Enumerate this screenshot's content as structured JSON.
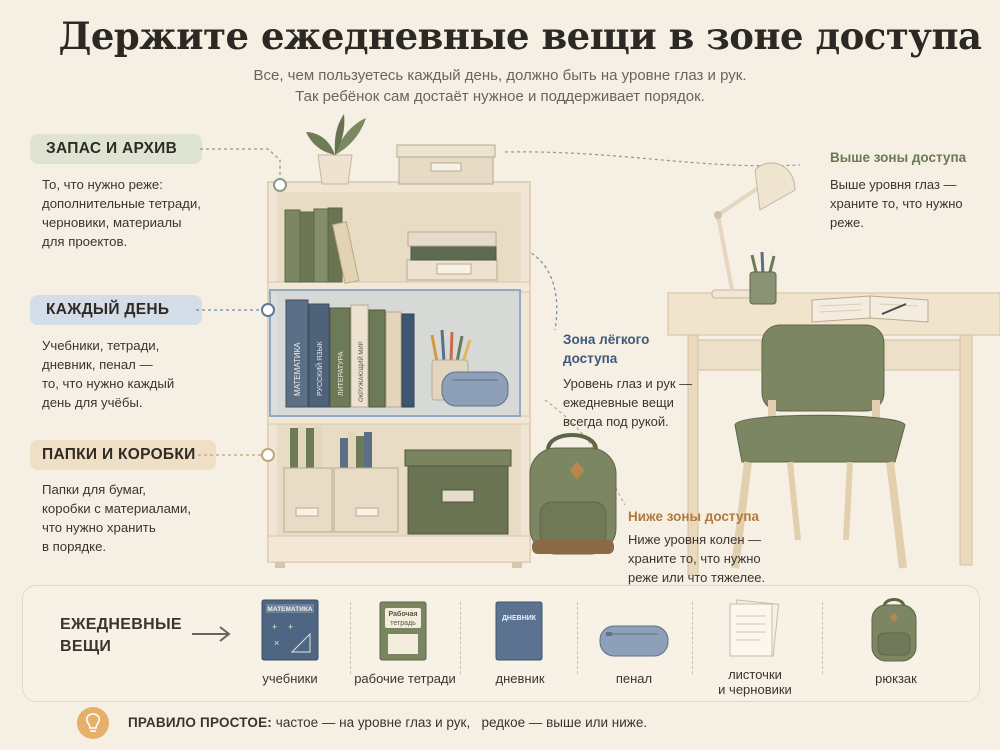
{
  "header": {
    "title": "Держите ежедневные вещи в зоне доступа",
    "subtitle_line1": "Все, чем пользуетесь каждый день, должно быть на уровне глаз и рук.",
    "subtitle_line2": "Так ребёнок сам достаёт нужное и поддерживает порядок."
  },
  "left_labels": [
    {
      "title": "ЗАПАС И АРХИВ",
      "text": [
        "То, что нужно реже:",
        "дополнительные тетради,",
        "черновики, материалы",
        "для проектов."
      ]
    },
    {
      "title": "КАЖДЫЙ ДЕНЬ",
      "text": [
        "Учебники, тетради,",
        "дневник, пенал —",
        "то, что нужно каждый",
        "день для учёбы."
      ]
    },
    {
      "title": "ПАПКИ И КОРОБКИ",
      "text": [
        "Папки для бумаг,",
        "коробки с материалами,",
        "что нужно хранить",
        "в порядке."
      ]
    }
  ],
  "zones": {
    "above": {
      "title": "Выше зоны доступа",
      "text": [
        "Выше уровня глаз —",
        "храните то, что нужно",
        "реже."
      ]
    },
    "easy": {
      "title_line1": "Зона лёгкого",
      "title_line2": "доступа",
      "text": [
        "Уровень глаз и рук —",
        "ежедневные вещи",
        "всегда под рукой."
      ]
    },
    "below": {
      "title": "Ниже зоны доступа",
      "text": [
        "Ниже уровня колен —",
        "храните то, что нужно",
        "реже или что тяжелее."
      ]
    }
  },
  "illustration": {
    "book_spine_1": "МАТЕМАТИКА",
    "book_spine_2": "РУССКИЙ ЯЗЫК",
    "book_spine_3": "ЛИТЕРАТУРА",
    "book_spine_4": "ОКРУЖАЮЩИЙ МИР"
  },
  "daily_items": {
    "heading_line1": "ЕЖЕДНЕВНЫЕ",
    "heading_line2": "ВЕЩИ",
    "arrow_icon": "arrow-right-icon",
    "items": [
      {
        "label": "учебники",
        "icon": "textbook-icon",
        "cover_text": "МАТЕМАТИКА"
      },
      {
        "label": "рабочие тетради",
        "icon": "workbook-icon",
        "cover_line1": "Рабочая",
        "cover_line2": "тетрадь"
      },
      {
        "label": "дневник",
        "icon": "diary-icon",
        "cover_text": "ДНЕВНИК"
      },
      {
        "label": "пенал",
        "icon": "pencil-case-icon"
      },
      {
        "label_line1": "листочки",
        "label_line2": "и черновики",
        "icon": "paper-sheets-icon"
      },
      {
        "label": "рюкзак",
        "icon": "backpack-icon"
      }
    ]
  },
  "rule": {
    "icon": "lightbulb-icon",
    "title": "ПРАВИЛО ПРОСТОЕ:",
    "text": "частое — на уровне глаз и рук,   редкое — выше или ниже."
  },
  "colors": {
    "green_pill": "#dfe4d2",
    "blue_pill": "#d4dde8",
    "beige_pill": "#f0dfc7",
    "zone_blue": "#3d5a7a",
    "zone_green": "#6a7a52",
    "zone_orange": "#b07a3c",
    "wood": "#efe3cf",
    "olive": "#7d8663"
  }
}
